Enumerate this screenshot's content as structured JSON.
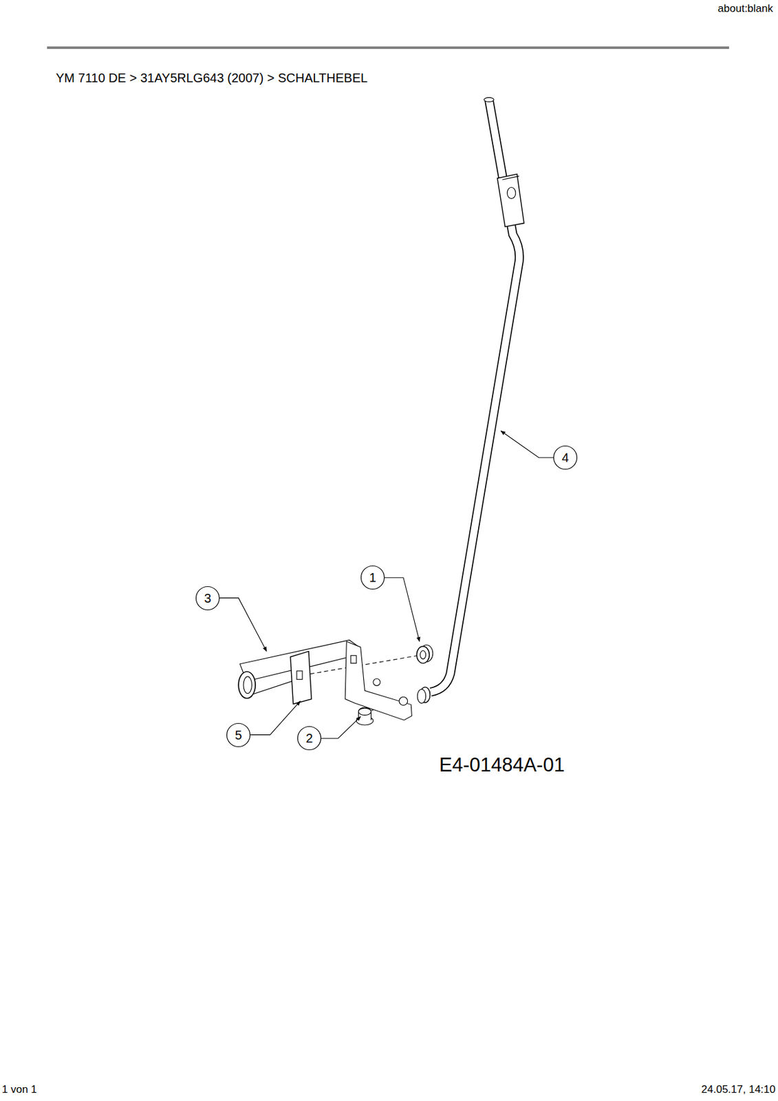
{
  "diagram": {
    "title": "YM 7110 DE > 31AY5RLG643 (2007) > SCHALTHEBEL",
    "nodes": [
      {
        "text": [
          "1"
        ]
      },
      {
        "text": [
          "2"
        ]
      },
      {
        "text": [
          "3"
        ]
      },
      {
        "text": [
          "4"
        ]
      },
      {
        "text": [
          "5"
        ]
      }
    ],
    "labels": [
      "about:blank",
      "E4-01484A-01",
      "1 von 1",
      "24.05.17, 14:10"
    ]
  }
}
